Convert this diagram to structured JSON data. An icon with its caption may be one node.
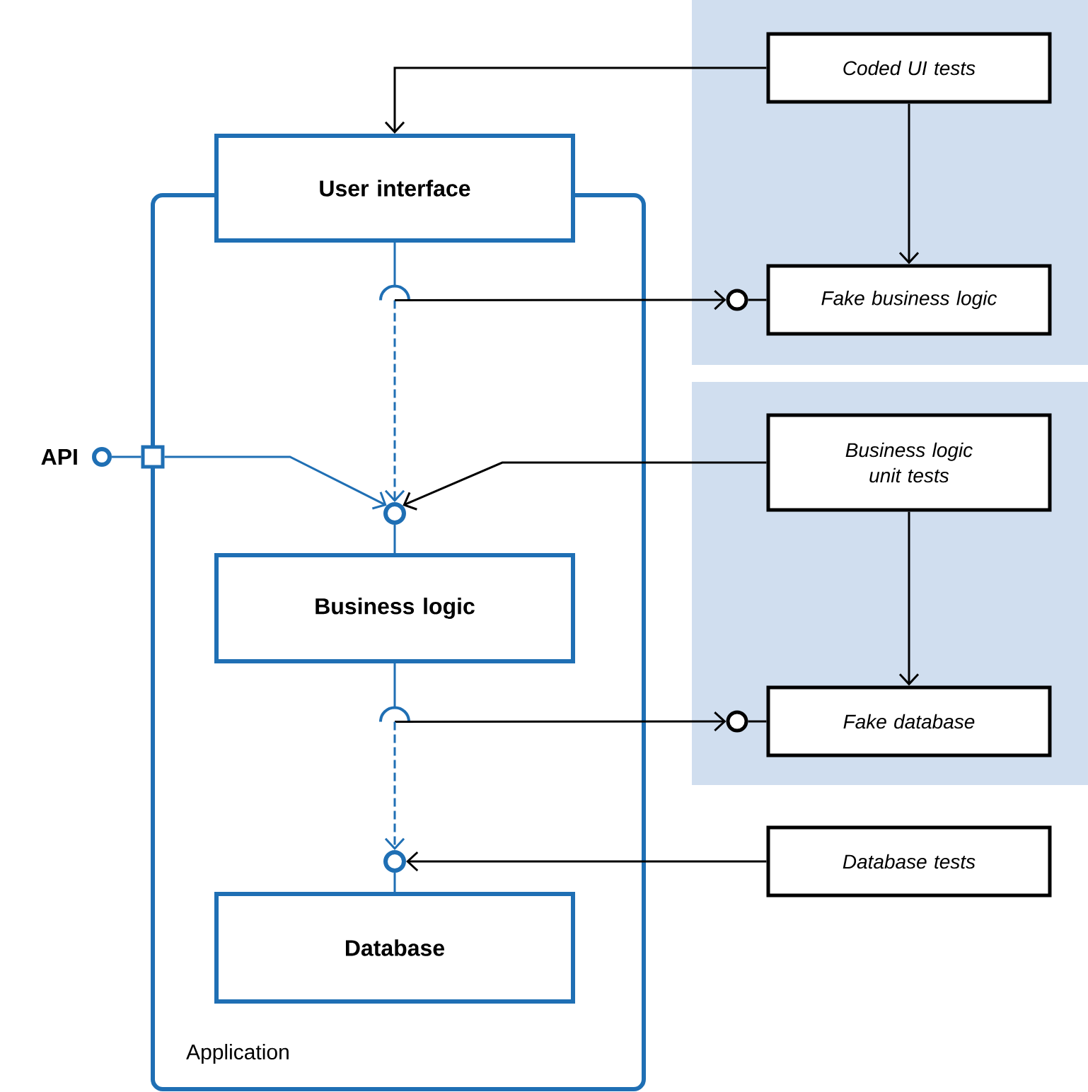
{
  "diagram": {
    "nodes": [
      {
        "text": [
          "Application"
        ]
      },
      {
        "text": [
          "User interface"
        ]
      },
      {
        "text": [
          "Business logic"
        ],
        "in": 0
      },
      {
        "text": [
          "Database"
        ],
        "in": 0
      },
      {
        "text": [],
        "shape": "box"
      },
      {
        "text": [
          "Coded UI tests"
        ],
        "in": 4
      },
      {
        "text": [
          "Fake business logic"
        ],
        "in": 4
      },
      {
        "text": [],
        "shape": "box"
      },
      {
        "text": [
          "Business logic unit tests"
        ],
        "in": 7
      },
      {
        "text": [
          "Fake database"
        ],
        "in": 7
      },
      {
        "text": [
          "Database tests"
        ]
      },
      {
        "text": [],
        "shape": "circle",
        "beside": [
          "API"
        ]
      },
      {
        "text": [],
        "shape": "box"
      },
      {
        "text": [],
        "shape": "arc",
        "in": 0
      },
      {
        "text": [],
        "shape": "circle",
        "in": 0
      },
      {
        "text": [],
        "shape": "arc",
        "in": 0
      },
      {
        "text": [],
        "shape": "circle",
        "in": 0
      },
      {
        "text": [],
        "shape": "circle",
        "in": 4
      },
      {
        "text": [],
        "shape": "circle",
        "in": 7
      }
    ],
    "edges": [
      {
        "from": 5,
        "to": 1,
        "arrow": "to"
      },
      {
        "from": 5,
        "to": 6,
        "arrow": "to"
      },
      {
        "from": 1,
        "to": 13,
        "arrow": "none",
        "color": "#1f6fb4"
      },
      {
        "from": 13,
        "to": 14,
        "arrow": "to",
        "style": "dashed",
        "color": "#1f6fb4"
      },
      {
        "from": 13,
        "to": 17,
        "arrow": "to"
      },
      {
        "from": 17,
        "to": 6,
        "arrow": "none"
      },
      {
        "from": 11,
        "to": 12,
        "arrow": "none",
        "color": "#1f6fb4"
      },
      {
        "from": 12,
        "to": 14,
        "arrow": "to",
        "color": "#1f6fb4"
      },
      {
        "from": 8,
        "to": 14,
        "arrow": "to"
      },
      {
        "from": 8,
        "to": 9,
        "arrow": "to"
      },
      {
        "from": 2,
        "to": 15,
        "arrow": "none",
        "color": "#1f6fb4"
      },
      {
        "from": 15,
        "to": 18,
        "arrow": "to"
      },
      {
        "from": 18,
        "to": 9,
        "arrow": "none"
      },
      {
        "from": 15,
        "to": 16,
        "arrow": "to",
        "style": "dashed",
        "color": "#1f6fb4"
      },
      {
        "from": 16,
        "to": 3,
        "arrow": "none",
        "color": "#1f6fb4"
      },
      {
        "from": 10,
        "to": 16,
        "arrow": "to"
      },
      {
        "from": 14,
        "to": 2,
        "arrow": "none",
        "color": "#1f6fb4"
      }
    ]
  }
}
